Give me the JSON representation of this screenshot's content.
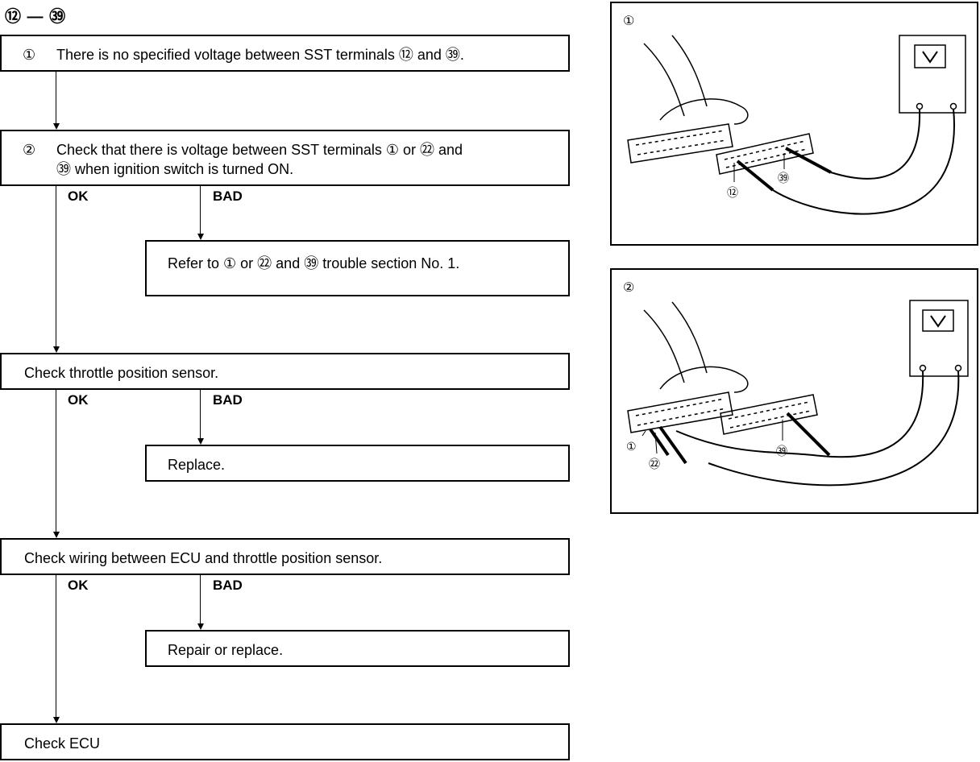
{
  "heading": "⑫ — ㊴",
  "steps": {
    "step1": {
      "marker": "①",
      "text": "There is no specified voltage between SST terminals ⑫ and ㊴."
    },
    "step2": {
      "marker": "②",
      "line1": "Check that there is voltage between SST terminals ① or ㉒ and",
      "line2": "㊴ when ignition switch is turned ON."
    },
    "bad1": "Refer to ① or ㉒ and ㊴ trouble section No. 1.",
    "step3": "Check throttle position sensor.",
    "bad2": "Replace.",
    "step4": "Check wiring between ECU and throttle position sensor.",
    "bad3": "Repair or replace.",
    "step5": "Check ECU"
  },
  "labels": {
    "ok": "OK",
    "bad": "BAD"
  },
  "figures": {
    "fig1": {
      "tag": "①",
      "terminals": [
        "⑫",
        "㊴"
      ]
    },
    "fig2": {
      "tag": "②",
      "terminals": [
        "①",
        "㉒",
        "㊴"
      ]
    }
  }
}
